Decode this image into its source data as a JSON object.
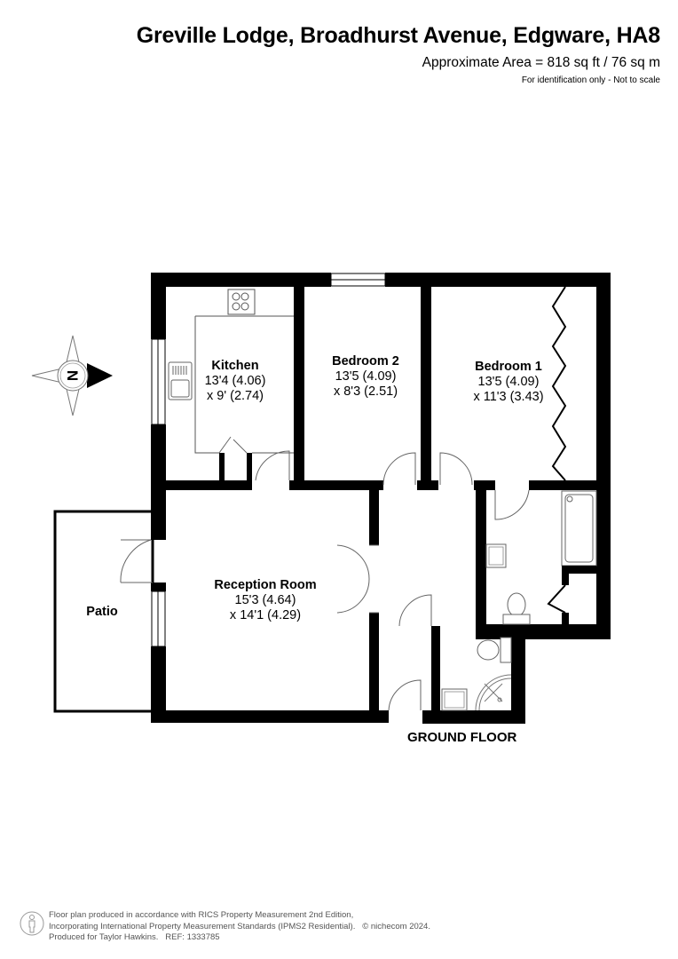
{
  "header": {
    "title": "Greville Lodge, Broadhurst Avenue, Edgware, HA8",
    "area": "Approximate Area = 818 sq ft / 76 sq m",
    "note": "For identification only - Not to scale"
  },
  "compass": {
    "label": "N",
    "icon": "north-arrow-compass-icon"
  },
  "rooms": [
    {
      "name": "Kitchen",
      "dim1": "13'4 (4.06)",
      "dim2": "x 9' (2.74)"
    },
    {
      "name": "Bedroom 2",
      "dim1": "13'5 (4.09)",
      "dim2": "x 8'3 (2.51)"
    },
    {
      "name": "Bedroom 1",
      "dim1": "13'5 (4.09)",
      "dim2": "x 11'3 (3.43)"
    },
    {
      "name": "Reception Room",
      "dim1": "15'3 (4.64)",
      "dim2": "x 14'1 (4.29)"
    },
    {
      "name": "Patio"
    }
  ],
  "floor": {
    "label": "GROUND FLOOR"
  },
  "footer": {
    "line1": "Floor plan produced in accordance with RICS Property Measurement 2nd Edition,",
    "line2": "Incorporating International Property Measurement Standards (IPMS2 Residential).   © nichecom 2024.",
    "line3": "Produced for Taylor Hawkins.   REF: 1333785",
    "icon": "person-info-icon"
  },
  "colors": {
    "wall": "#000000",
    "background": "#ffffff",
    "footer_text": "#555555",
    "fixture_line": "#666666"
  }
}
